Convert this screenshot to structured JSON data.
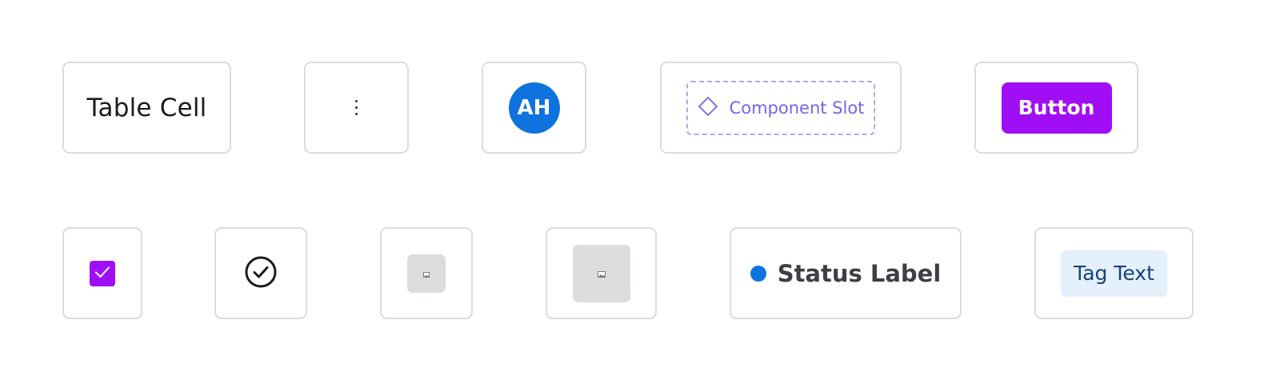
{
  "components": {
    "table_cell": {
      "text": "Table Cell"
    },
    "menu": {
      "icon": "kebab-menu-icon"
    },
    "avatar": {
      "initials": "AH",
      "color": "#0f73df"
    },
    "component_slot": {
      "icon": "diamond-icon",
      "label": "Component Slot",
      "color": "#7b61ec"
    },
    "button": {
      "label": "Button",
      "color": "#a00ef5"
    },
    "checkbox": {
      "checked": true,
      "icon": "checkmark-icon",
      "color": "#a00ef5"
    },
    "check_circle": {
      "icon": "check-circle-icon"
    },
    "image_small": {
      "icon": "image-placeholder-icon"
    },
    "image_medium": {
      "icon": "image-placeholder-icon"
    },
    "status": {
      "label": "Status Label",
      "dot_color": "#0f73df"
    },
    "tag": {
      "text": "Tag Text",
      "background": "#e4f0fc"
    }
  }
}
